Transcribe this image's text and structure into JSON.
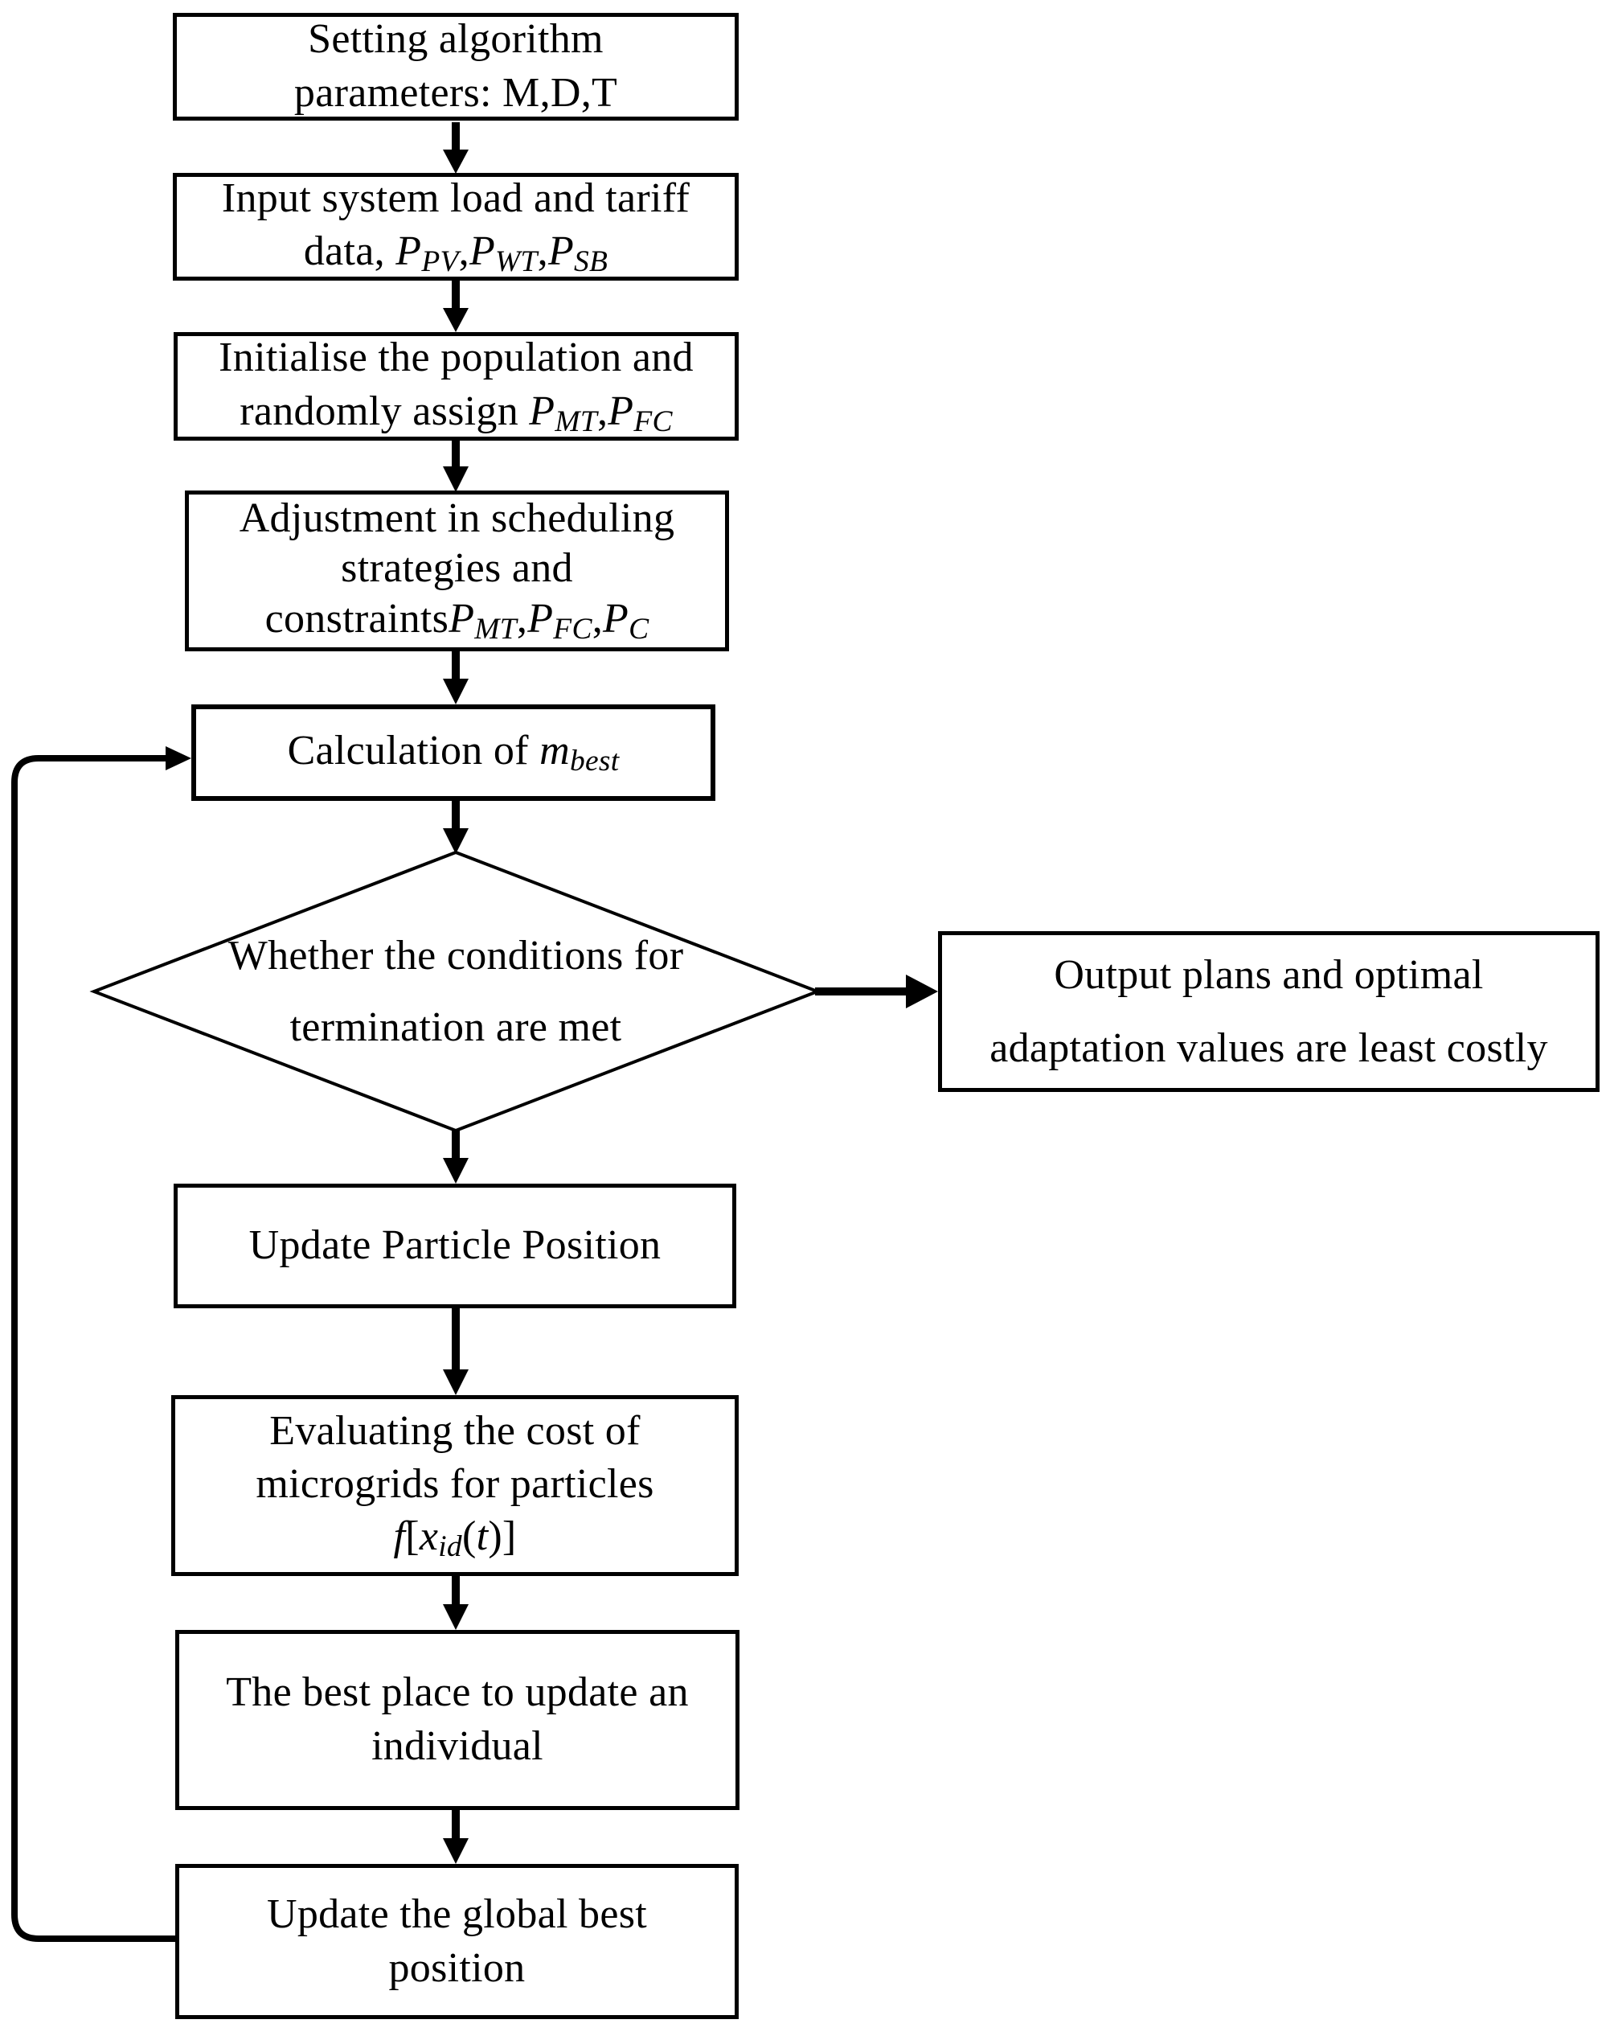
{
  "diagram": {
    "type": "flowchart",
    "background_color": "#ffffff",
    "stroke_color": "#000000",
    "nodes": [
      {
        "id": "setting-params",
        "shape": "rect",
        "lines": [
          [
            {
              "t": "Setting algorithm"
            }
          ],
          [
            {
              "t": "parameters: M,D,T"
            }
          ]
        ]
      },
      {
        "id": "input-data",
        "shape": "rect",
        "lines": [
          [
            {
              "t": "Input system load and tariff"
            }
          ],
          [
            {
              "t": "data, "
            },
            {
              "t": "P",
              "s": "i"
            },
            {
              "t": "PV",
              "s": "sub"
            },
            {
              "t": ","
            },
            {
              "t": "P",
              "s": "i"
            },
            {
              "t": "WT",
              "s": "sub"
            },
            {
              "t": ","
            },
            {
              "t": "P",
              "s": "i"
            },
            {
              "t": "SB",
              "s": "sub"
            }
          ]
        ]
      },
      {
        "id": "init-population",
        "shape": "rect",
        "lines": [
          [
            {
              "t": "Initialise the population and"
            }
          ],
          [
            {
              "t": "randomly assign "
            },
            {
              "t": "P",
              "s": "i"
            },
            {
              "t": "MT",
              "s": "sub"
            },
            {
              "t": ","
            },
            {
              "t": "P",
              "s": "i"
            },
            {
              "t": "FC",
              "s": "sub"
            }
          ]
        ]
      },
      {
        "id": "adjustment",
        "shape": "rect",
        "lines": [
          [
            {
              "t": "Adjustment in scheduling"
            }
          ],
          [
            {
              "t": "strategies and"
            }
          ],
          [
            {
              "t": "constraints"
            },
            {
              "t": "P",
              "s": "i"
            },
            {
              "t": "MT",
              "s": "sub"
            },
            {
              "t": ","
            },
            {
              "t": "P",
              "s": "i"
            },
            {
              "t": "FC",
              "s": "sub"
            },
            {
              "t": ","
            },
            {
              "t": "P",
              "s": "i"
            },
            {
              "t": "C",
              "s": "sub"
            }
          ]
        ]
      },
      {
        "id": "calc-mbest",
        "shape": "rect",
        "lines": [
          [
            {
              "t": "Calculation of "
            },
            {
              "t": "m",
              "s": "i"
            },
            {
              "t": "best",
              "s": "sub"
            }
          ]
        ]
      },
      {
        "id": "termination-check",
        "shape": "diamond",
        "lines": [
          [
            {
              "t": "Whether the conditions for"
            }
          ],
          [
            {
              "t": "termination are met"
            }
          ]
        ]
      },
      {
        "id": "output-plans",
        "shape": "rect",
        "lines": [
          [
            {
              "t": "Output plans and optimal"
            }
          ],
          [
            {
              "t": "adaptation values are least costly"
            }
          ]
        ]
      },
      {
        "id": "update-particle-position",
        "shape": "rect",
        "lines": [
          [
            {
              "t": "Update Particle Position"
            }
          ]
        ]
      },
      {
        "id": "evaluate-cost",
        "shape": "rect",
        "lines": [
          [
            {
              "t": "Evaluating the cost of"
            }
          ],
          [
            {
              "t": "microgrids for particles"
            }
          ],
          [
            {
              "t": "f",
              "s": "i"
            },
            {
              "t": "["
            },
            {
              "t": "x",
              "s": "i"
            },
            {
              "t": "id",
              "s": "sub"
            },
            {
              "t": "("
            },
            {
              "t": "t",
              "s": "i"
            },
            {
              "t": ")]"
            }
          ]
        ]
      },
      {
        "id": "best-place-update",
        "shape": "rect",
        "lines": [
          [
            {
              "t": "The best place to update an"
            }
          ],
          [
            {
              "t": "individual"
            }
          ]
        ]
      },
      {
        "id": "update-global-best",
        "shape": "rect",
        "lines": [
          [
            {
              "t": "Update the global best"
            }
          ],
          [
            {
              "t": "position"
            }
          ]
        ]
      }
    ],
    "edges": [
      {
        "from": "setting-params",
        "to": "input-data"
      },
      {
        "from": "input-data",
        "to": "init-population"
      },
      {
        "from": "init-population",
        "to": "adjustment"
      },
      {
        "from": "adjustment",
        "to": "calc-mbest"
      },
      {
        "from": "calc-mbest",
        "to": "termination-check"
      },
      {
        "from": "termination-check",
        "to": "output-plans"
      },
      {
        "from": "termination-check",
        "to": "update-particle-position"
      },
      {
        "from": "update-particle-position",
        "to": "evaluate-cost"
      },
      {
        "from": "evaluate-cost",
        "to": "best-place-update"
      },
      {
        "from": "best-place-update",
        "to": "update-global-best"
      },
      {
        "from": "update-global-best",
        "to": "calc-mbest",
        "style": "loop-back"
      }
    ]
  }
}
